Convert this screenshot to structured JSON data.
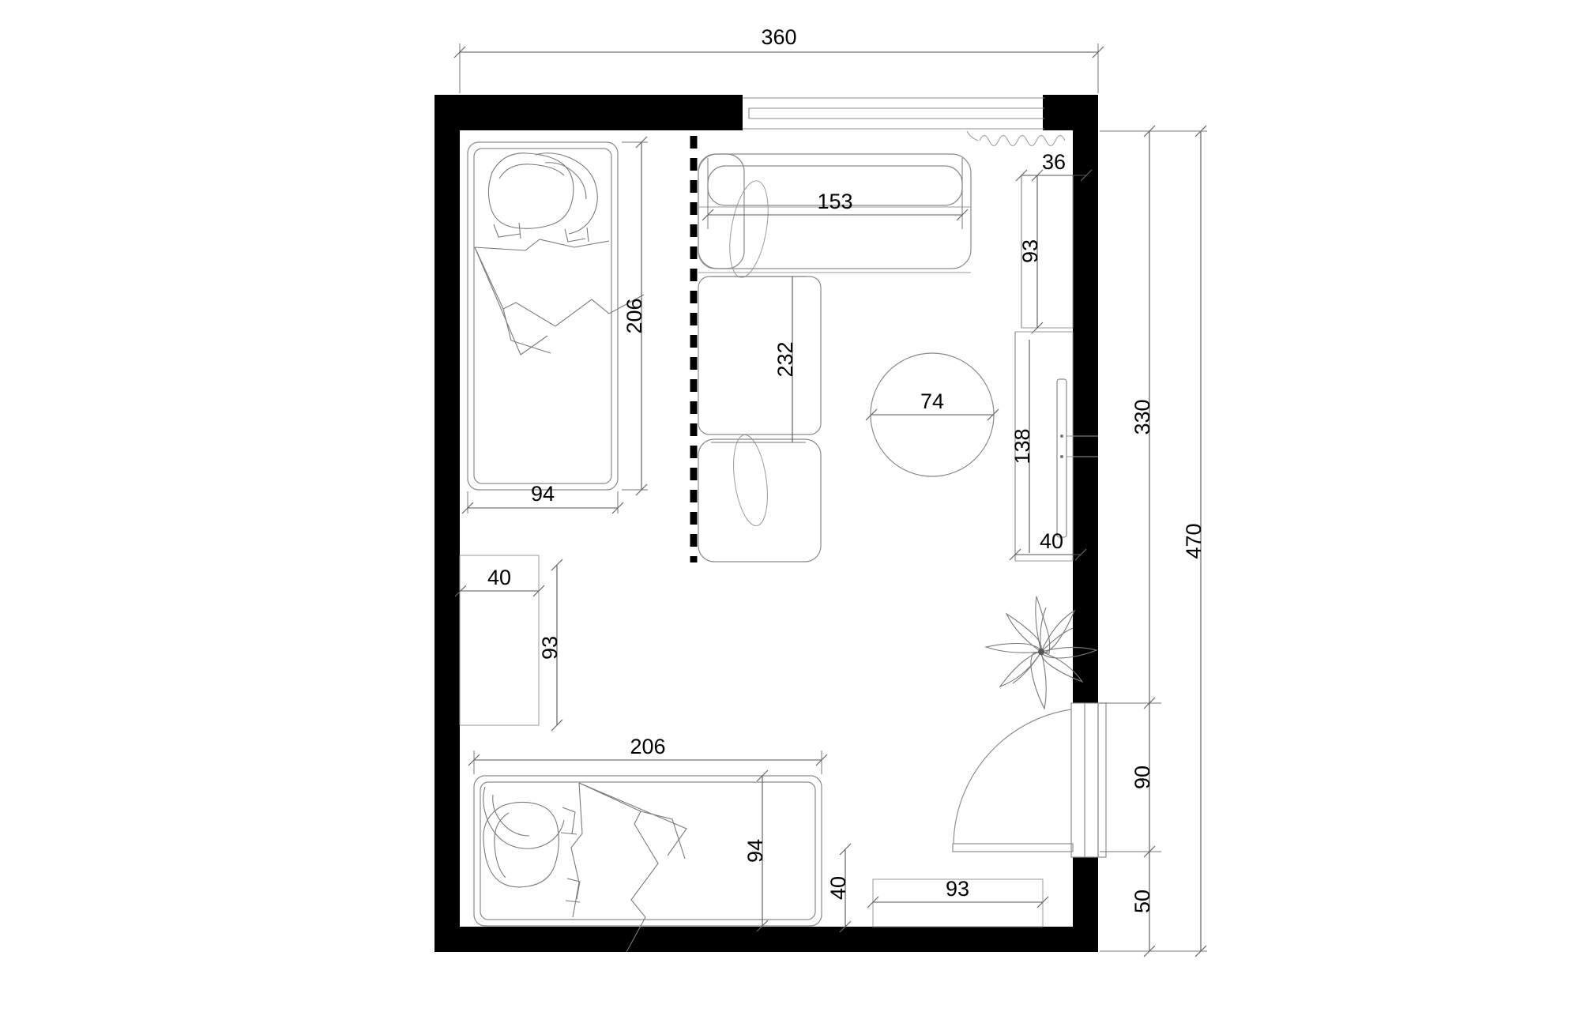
{
  "drawing": {
    "type": "floor-plan",
    "title": "Bedroom / living room furniture layout plan",
    "units": "cm",
    "background_color": "#ffffff",
    "wall_color": "#000000",
    "furniture_line_color": "#8a8a8a",
    "dimension_text_color": "#000000"
  },
  "dimensions": {
    "overall_width_top": "360",
    "overall_height_right_outer": "470",
    "upper_right_segment": "330",
    "door_opening": "90",
    "lower_right_segment": "50",
    "bed_top_length": "206",
    "bed_top_width": "94",
    "bed_bottom_length": "206",
    "bed_bottom_width": "94",
    "sofa_back_length": "153",
    "sofa_side_length": "232",
    "table_diameter": "74",
    "nightstand_top_left_depth": "40",
    "nightstand_top_left_width": "93",
    "nightstand_bottom_depth": "40",
    "nightstand_bottom_width": "93",
    "wardrobe_depth": "36",
    "wardrobe_width": "93",
    "tv_unit_width": "138",
    "tv_unit_depth": "40"
  },
  "elements": {
    "bed_upper": "bed-upper",
    "bed_lower": "bed-lower",
    "sofa": "corner-sofa",
    "round_table": "round-coffee-table",
    "wardrobe": "wardrobe",
    "tv_panel": "wall-tv",
    "plant": "potted-plant",
    "door": "entry-door",
    "window": "window",
    "curtain": "curtain",
    "partition": "dashed-partition",
    "nightstand_upper": "nightstand-upper",
    "nightstand_lower": "nightstand-lower"
  },
  "labels": {
    "top_width": "360",
    "right_470": "470",
    "right_330": "330",
    "right_90": "90",
    "right_50": "50",
    "bed_top_206": "206",
    "bed_top_94": "94",
    "bed_bottom_206": "206",
    "bed_bottom_94": "94",
    "sofa_153": "153",
    "sofa_232": "232",
    "table_74": "74",
    "ns_upper_40": "40",
    "ns_upper_93": "93",
    "ns_lower_40": "40",
    "ns_lower_93": "93",
    "wardrobe_36": "36",
    "wardrobe_93": "93",
    "tv_138": "138",
    "tv_40": "40"
  }
}
